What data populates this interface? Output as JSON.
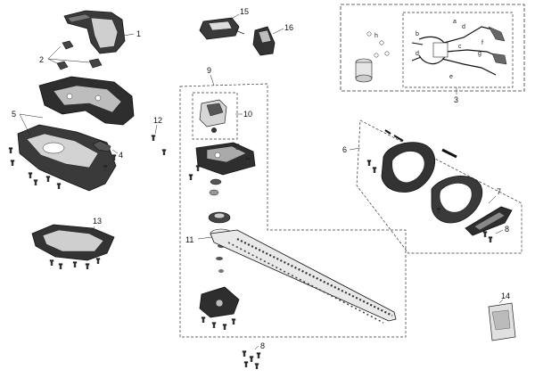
{
  "part_labels": {
    "p1": "1",
    "p2": "2",
    "p3": "3",
    "p4": "4",
    "p5": "5",
    "p6": "6",
    "p7": "7",
    "p8a": "8",
    "p8b": "8",
    "p9": "9",
    "p10": "10",
    "p11": "11",
    "p12": "12",
    "p13": "13",
    "p14": "14",
    "p15": "15",
    "p16": "16"
  },
  "wiring_labels": {
    "a": "a",
    "b": "b",
    "c": "c",
    "d": "d",
    "e": "e",
    "f": "f",
    "g": "g",
    "h": "h"
  },
  "colors": {
    "line": "#222222",
    "fill_dark": "#333333",
    "fill_mid": "#888888",
    "fill_light": "#cfcfcf"
  }
}
